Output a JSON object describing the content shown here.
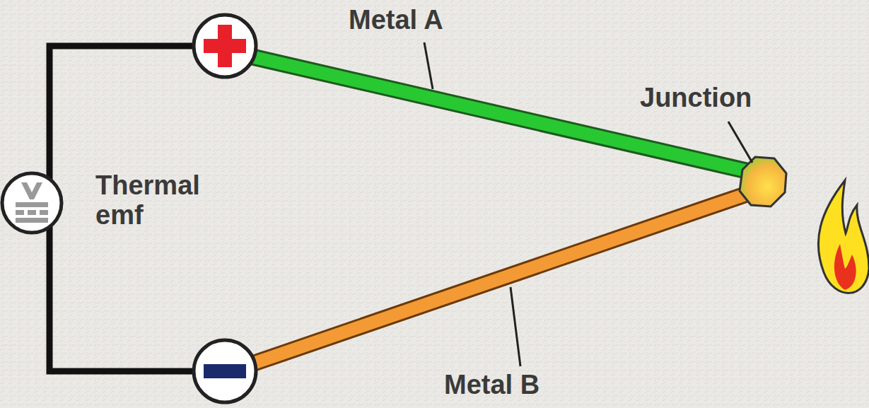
{
  "diagram": {
    "labels": [
      "Metal A",
      "Junction",
      "Thermal emf",
      "Metal B"
    ]
  }
}
